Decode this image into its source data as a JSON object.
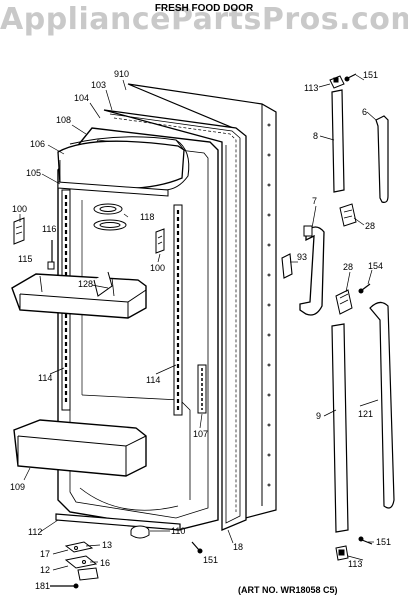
{
  "watermark": "AppliancePartsPros.com",
  "title": "FRESH FOOD DOOR",
  "art_no": "(ART NO. WR18058 C5)",
  "callouts": [
    {
      "id": "c910",
      "label": "910"
    },
    {
      "id": "c103",
      "label": "103"
    },
    {
      "id": "c104",
      "label": "104"
    },
    {
      "id": "c108",
      "label": "108"
    },
    {
      "id": "c106",
      "label": "106"
    },
    {
      "id": "c105",
      "label": "105"
    },
    {
      "id": "c100a",
      "label": "100"
    },
    {
      "id": "c116",
      "label": "116"
    },
    {
      "id": "c115",
      "label": "115"
    },
    {
      "id": "c118",
      "label": "118"
    },
    {
      "id": "c100b",
      "label": "100"
    },
    {
      "id": "c128a",
      "label": "128"
    },
    {
      "id": "c114a",
      "label": "114"
    },
    {
      "id": "c114b",
      "label": "114"
    },
    {
      "id": "c107",
      "label": "107"
    },
    {
      "id": "c109",
      "label": "109"
    },
    {
      "id": "c112",
      "label": "112"
    },
    {
      "id": "c13",
      "label": "13"
    },
    {
      "id": "c17",
      "label": "17"
    },
    {
      "id": "c16",
      "label": "16"
    },
    {
      "id": "c12",
      "label": "12"
    },
    {
      "id": "c181",
      "label": "181"
    },
    {
      "id": "c110",
      "label": "110"
    },
    {
      "id": "c151a",
      "label": "151"
    },
    {
      "id": "c18",
      "label": "18"
    },
    {
      "id": "c113a",
      "label": "113"
    },
    {
      "id": "c151b",
      "label": "151"
    },
    {
      "id": "c6",
      "label": "6"
    },
    {
      "id": "c8",
      "label": "8"
    },
    {
      "id": "c7",
      "label": "7"
    },
    {
      "id": "c28a",
      "label": "28"
    },
    {
      "id": "c93",
      "label": "93"
    },
    {
      "id": "c28b",
      "label": "28"
    },
    {
      "id": "c154",
      "label": "154"
    },
    {
      "id": "c9",
      "label": "9"
    },
    {
      "id": "c121",
      "label": "121"
    },
    {
      "id": "c151c",
      "label": "151"
    },
    {
      "id": "c113b",
      "label": "113"
    }
  ]
}
